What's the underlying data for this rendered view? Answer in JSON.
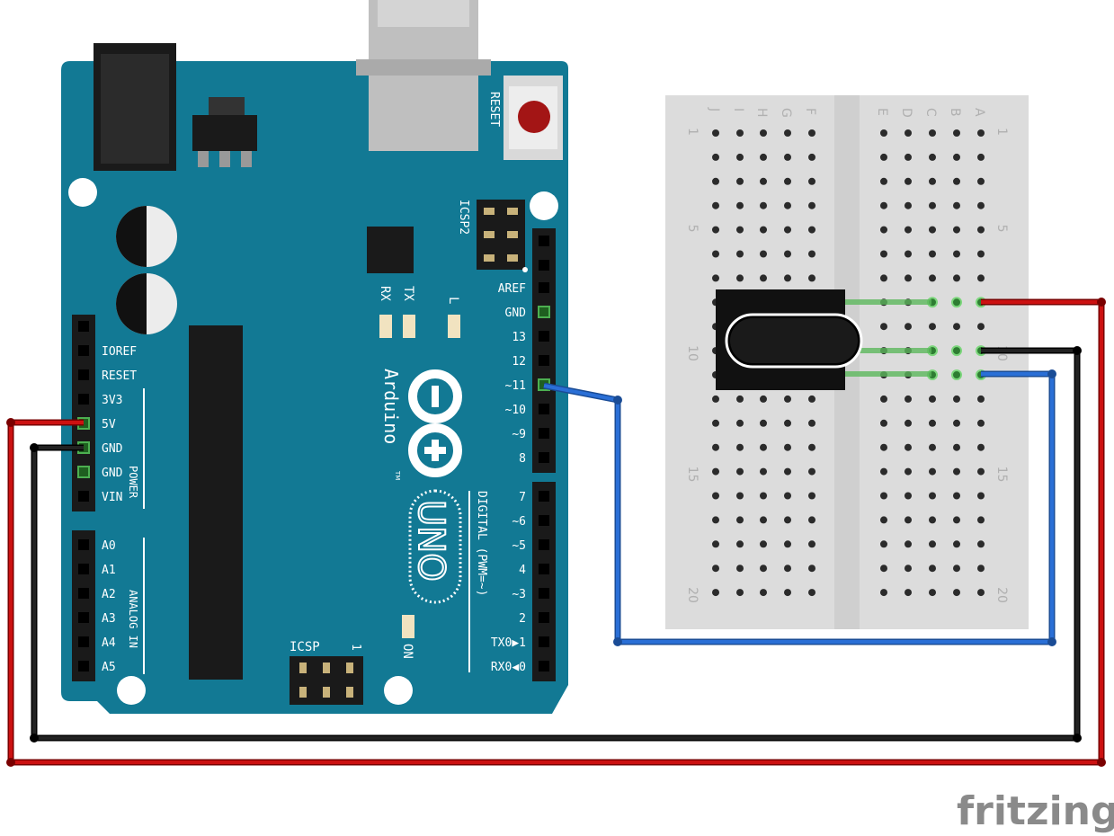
{
  "arduino": {
    "brand": "Arduino",
    "model": "UNO",
    "tm": "TM",
    "reset_label": "RESET",
    "icsp2_label": "ICSP2",
    "icsp_label": "ICSP",
    "icsp_one": "1",
    "digital_label": "DIGITAL (PWM=~)",
    "power_label": "POWER",
    "analog_label": "ANALOG IN",
    "led_rx": "RX",
    "led_tx": "TX",
    "led_l": "L",
    "led_on": "ON",
    "digital_top_pins": [
      "AREF",
      "GND",
      "13",
      "12",
      "~11",
      "~10",
      "~9",
      "8"
    ],
    "digital_bottom_pins": [
      "7",
      "~6",
      "~5",
      "4",
      "~3",
      "2",
      "TX0▶1",
      "RX0◀0"
    ],
    "power_pins": [
      "IOREF",
      "RESET",
      "3V3",
      "5V",
      "GND",
      "GND",
      "VIN"
    ],
    "analog_pins": [
      "A0",
      "A1",
      "A2",
      "A3",
      "A4",
      "A5"
    ]
  },
  "breadboard": {
    "columns_left": [
      "J",
      "I",
      "H",
      "G",
      "F"
    ],
    "columns_right": [
      "E",
      "D",
      "C",
      "B",
      "A"
    ],
    "row_numbers": [
      "1",
      "5",
      "10",
      "15",
      "20"
    ]
  },
  "wires": {
    "power_color": "#cc1111",
    "ground_color": "#222222",
    "signal_color": "#2a6fd6"
  },
  "board_color": "#127994",
  "footer": {
    "logo": "fritzing"
  }
}
